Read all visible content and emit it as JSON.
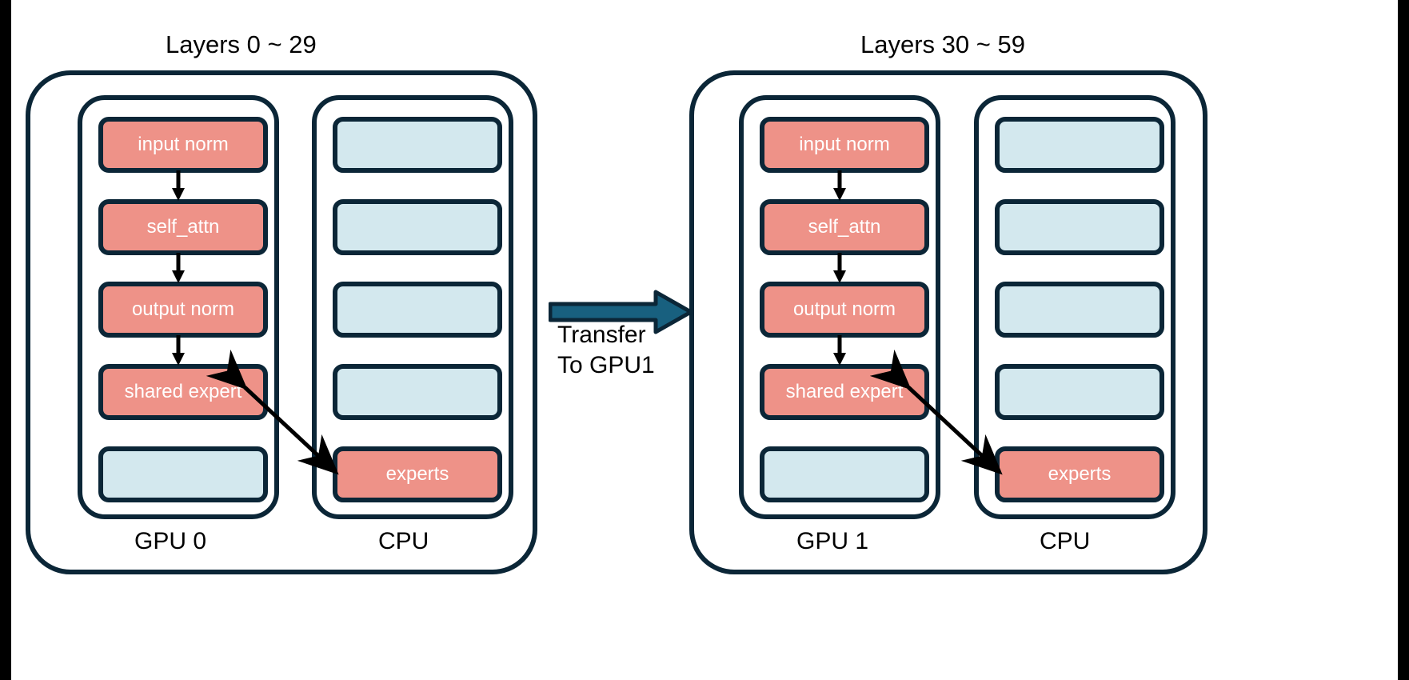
{
  "figure": {
    "type": "diagram",
    "description": "MoE layer offloading between GPU and CPU across two layer groups"
  },
  "colors": {
    "outline": "#0b2637",
    "gpu_block": "#ee9288",
    "cpu_block": "#d3e8ee",
    "transfer_arrow_fill": "#18607f",
    "transfer_arrow_stroke": "#0b2637",
    "connector_arrow": "#000000",
    "background": "#ffffff",
    "block_text": "#ffffff",
    "label_text": "#000000"
  },
  "panels": [
    {
      "id": "left",
      "title": "Layers 0 ~ 29",
      "device_label": "GPU 0",
      "host_label": "CPU",
      "gpu_blocks": [
        {
          "label": "input norm",
          "kind": "gpu"
        },
        {
          "label": "self_attn",
          "kind": "gpu"
        },
        {
          "label": "output norm",
          "kind": "gpu"
        },
        {
          "label": "shared expert",
          "kind": "gpu"
        },
        {
          "label": "",
          "kind": "cpu"
        }
      ],
      "cpu_blocks": [
        {
          "label": "",
          "kind": "cpu"
        },
        {
          "label": "",
          "kind": "cpu"
        },
        {
          "label": "",
          "kind": "cpu"
        },
        {
          "label": "",
          "kind": "cpu"
        },
        {
          "label": "experts",
          "kind": "gpu"
        }
      ],
      "connectors": [
        {
          "from": "input norm",
          "to": "self_attn"
        },
        {
          "from": "self_attn",
          "to": "output norm"
        },
        {
          "from": "output norm",
          "to": "shared expert"
        }
      ],
      "cross_arrow": {
        "from": "shared expert",
        "to": "experts",
        "bidirectional": true
      }
    },
    {
      "id": "right",
      "title": "Layers 30 ~ 59",
      "device_label": "GPU 1",
      "host_label": "CPU",
      "gpu_blocks": [
        {
          "label": "input norm",
          "kind": "gpu"
        },
        {
          "label": "self_attn",
          "kind": "gpu"
        },
        {
          "label": "output norm",
          "kind": "gpu"
        },
        {
          "label": "shared expert",
          "kind": "gpu"
        },
        {
          "label": "",
          "kind": "cpu"
        }
      ],
      "cpu_blocks": [
        {
          "label": "",
          "kind": "cpu"
        },
        {
          "label": "",
          "kind": "cpu"
        },
        {
          "label": "",
          "kind": "cpu"
        },
        {
          "label": "",
          "kind": "cpu"
        },
        {
          "label": "experts",
          "kind": "gpu"
        }
      ],
      "connectors": [
        {
          "from": "input norm",
          "to": "self_attn"
        },
        {
          "from": "self_attn",
          "to": "output norm"
        },
        {
          "from": "output norm",
          "to": "shared expert"
        }
      ],
      "cross_arrow": {
        "from": "shared expert",
        "to": "experts",
        "bidirectional": true
      }
    }
  ],
  "transfer": {
    "line1": "Transfer",
    "line2": "To GPU1",
    "direction": "left-to-right"
  }
}
